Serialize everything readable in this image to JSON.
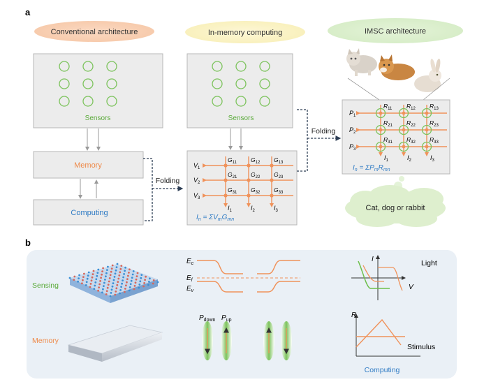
{
  "panel_a": {
    "letter": "a",
    "conventional": {
      "title": "Conventional architecture",
      "sensors": "Sensors",
      "memory": "Memory",
      "computing": "Computing"
    },
    "imc": {
      "title": "In-memory computing",
      "sensors": "Sensors",
      "v": [
        "V",
        "V",
        "V"
      ],
      "v_sub": [
        "1",
        "2",
        "3"
      ],
      "g_sub": [
        [
          "11",
          "12",
          "13"
        ],
        [
          "21",
          "22",
          "23"
        ],
        [
          "31",
          "32",
          "33"
        ]
      ],
      "i_sub": [
        "1",
        "2",
        "3"
      ],
      "equation": "In = ΣVmGmn"
    },
    "imsc": {
      "title": "IMSC architecture",
      "p_sub": [
        "1",
        "2",
        "3"
      ],
      "r_sub": [
        [
          "11",
          "12",
          "13"
        ],
        [
          "21",
          "22",
          "23"
        ],
        [
          "31",
          "32",
          "33"
        ]
      ],
      "i_sub": [
        "1",
        "2",
        "3"
      ],
      "equation": "In = ΣPmRmn",
      "output": "Cat, dog or rabbit"
    },
    "folding": "Folding"
  },
  "panel_b": {
    "letter": "b",
    "sensing": "Sensing",
    "memory": "Memory",
    "band_labels": {
      "ec": "E",
      "ec_sub": "c",
      "ef": "E",
      "ef_sub": "f",
      "ev": "E",
      "ev_sub": "v"
    },
    "pol_labels": {
      "down": "P",
      "down_sub": "down",
      "up": "P",
      "up_sub": "up"
    },
    "iv": {
      "i": "I",
      "v": "V",
      "light": "Light"
    },
    "rs": {
      "r": "R",
      "stimulus": "Stimulus"
    },
    "computing": "Computing"
  },
  "colors": {
    "orange": "#f0925a",
    "green": "#6cbf4a",
    "blue": "#2f7bc4",
    "box": "#ececec",
    "box_border": "#b7b7b7"
  }
}
